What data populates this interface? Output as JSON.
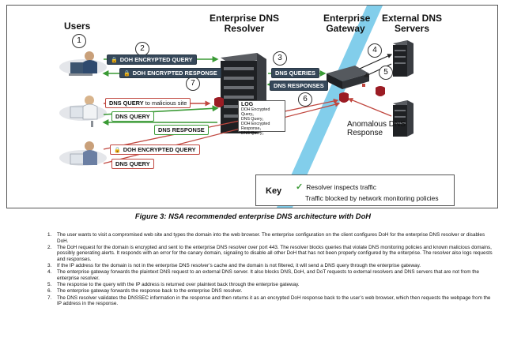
{
  "headers": {
    "users": "Users",
    "resolver": "Enterprise DNS Resolver",
    "gateway": "Enterprise Gateway",
    "external": "External DNS Servers",
    "anomalous": "Anomalous DNS Response"
  },
  "step_markers": [
    "1",
    "2",
    "3",
    "4",
    "5",
    "6",
    "7"
  ],
  "messages": {
    "doh_query": "DOH ENCRYPTED QUERY",
    "doh_response": "DOH ENCRYPTED RESPONSE",
    "dns_query_malicious_bold": "DNS QUERY",
    "dns_query_malicious_rest": " to malicious site",
    "dns_query": "DNS QUERY",
    "dns_response": "DNS RESPONSE",
    "doh_query_blocked": "DOH ENCRYPTED QUERY",
    "dns_query_bottom": "DNS QUERY",
    "dns_queries": "DNS QUERIES",
    "dns_responses": "DNS RESPONSES"
  },
  "log": {
    "title": "LOG",
    "lines": [
      "DOH Encrypted Query₁",
      "DNS Query₁",
      "DOH Encrypted Response₁",
      "DNS Query₂"
    ]
  },
  "key": {
    "title": "Key",
    "checkmark": "✓",
    "inspects": "Resolver inspects traffic",
    "blocked": "Traffic blocked by network monitoring policies"
  },
  "colors": {
    "green": "#3a9a35",
    "red": "#c0473f",
    "dark_box": "#36485a",
    "gateway_beam": "#6cc6e8"
  },
  "caption": "Figure 3: NSA recommended enterprise DNS architecture with DoH",
  "steps": [
    {
      "n": "1.",
      "text": "The user wants to visit a compromised web site and types the domain into the web browser. The enterprise configuration on the client configures DoH for the enterprise DNS resolver or disables DoH."
    },
    {
      "n": "2.",
      "text": "The DoH request for the domain is encrypted and sent to the enterprise DNS resolver over port 443. The resolver blocks queries that violate DNS monitoring policies and known malicious domains, possibly generating alerts. It responds with an error for the canary domain, signaling to disable all other DoH that has not been properly configured by the enterprise. The resolver also logs requests and responses."
    },
    {
      "n": "3.",
      "text": "If the IP address for the domain is not in the enterprise DNS resolver’s cache and the domain is not filtered, it will send a DNS query through the enterprise gateway."
    },
    {
      "n": "4.",
      "text": "The enterprise gateway forwards the plaintext DNS request to an external DNS server. It also blocks DNS, DoH, and DoT requests to external resolvers and DNS servers that are not from the enterprise resolver."
    },
    {
      "n": "5.",
      "text": "The response to the query with the IP address is returned over plaintext back through the enterprise gateway."
    },
    {
      "n": "6.",
      "text": "The enterprise gateway forwards the response back to the enterprise DNS resolver."
    },
    {
      "n": "7.",
      "text": "The DNS resolver validates the DNSSEC information in the response and then returns it as an encrypted DoH response back to the user’s web browser, which then requests the webpage from the IP address in the response."
    }
  ]
}
